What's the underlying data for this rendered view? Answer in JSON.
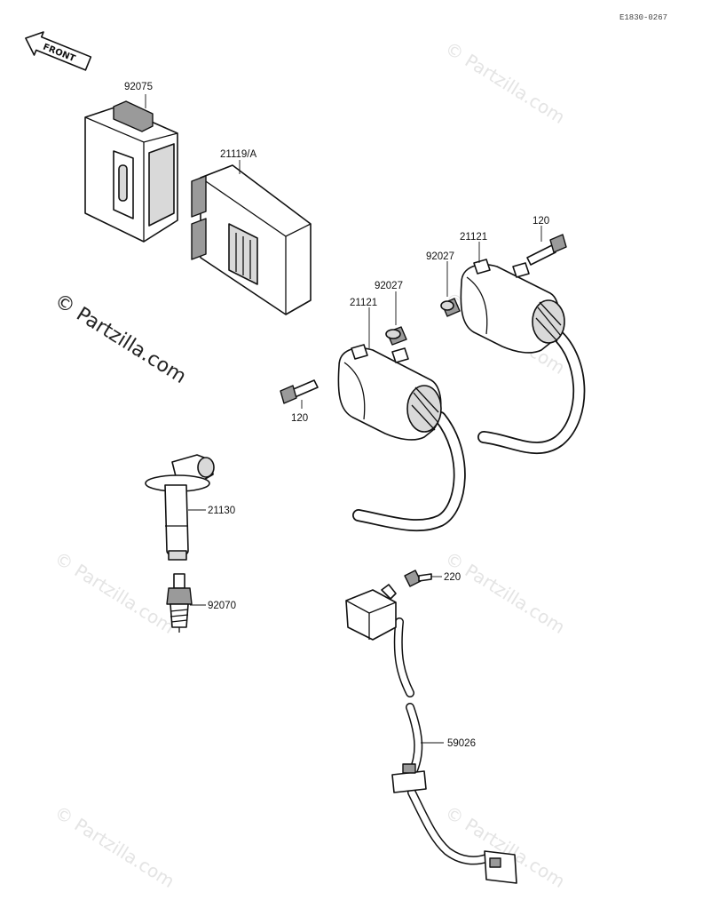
{
  "diagram_code": "E1830-0267",
  "front_label": "FRONT",
  "watermark": {
    "text": "© Partzilla.com"
  },
  "parts": {
    "ic_igniter_cover": "92075",
    "ic_igniter": "21119/A",
    "coil_right": "21121",
    "coil_left": "21121",
    "damper_right": "92027",
    "damper_left": "92027",
    "bolt_right": "120",
    "bolt_left": "120",
    "plug_cap": "21130",
    "spark_plug": "92070",
    "pickup_bolt": "220",
    "pickup_coil": "59026"
  }
}
